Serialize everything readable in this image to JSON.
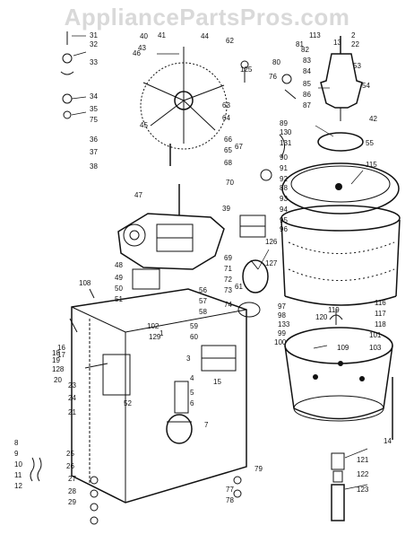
{
  "watermark": "AppliancePartsPros.com",
  "callouts": [
    "31",
    "32",
    "33",
    "34",
    "35",
    "75",
    "36",
    "37",
    "38",
    "39",
    "40",
    "41",
    "42",
    "43",
    "44",
    "45",
    "46",
    "47",
    "48",
    "49",
    "50",
    "51",
    "52",
    "53",
    "54",
    "55",
    "56",
    "57",
    "58",
    "59",
    "60",
    "61",
    "62",
    "63",
    "64",
    "65",
    "66",
    "67",
    "68",
    "69",
    "70",
    "71",
    "72",
    "73",
    "74",
    "76",
    "77",
    "78",
    "79",
    "80",
    "81",
    "82",
    "83",
    "84",
    "85",
    "86",
    "87",
    "88",
    "89",
    "90",
    "91",
    "92",
    "93",
    "94",
    "95",
    "96",
    "97",
    "98",
    "99",
    "100",
    "101",
    "102",
    "103",
    "108",
    "109",
    "113",
    "115",
    "116",
    "117",
    "118",
    "119",
    "120",
    "121",
    "122",
    "123",
    "125",
    "126",
    "127",
    "128",
    "129",
    "130",
    "131",
    "133",
    "1",
    "2",
    "3",
    "4",
    "5",
    "6",
    "7",
    "8",
    "9",
    "10",
    "11",
    "12",
    "13",
    "14",
    "15",
    "16",
    "17",
    "18",
    "19",
    "20",
    "21",
    "22",
    "23",
    "24",
    "25",
    "26",
    "27",
    "28",
    "29"
  ]
}
